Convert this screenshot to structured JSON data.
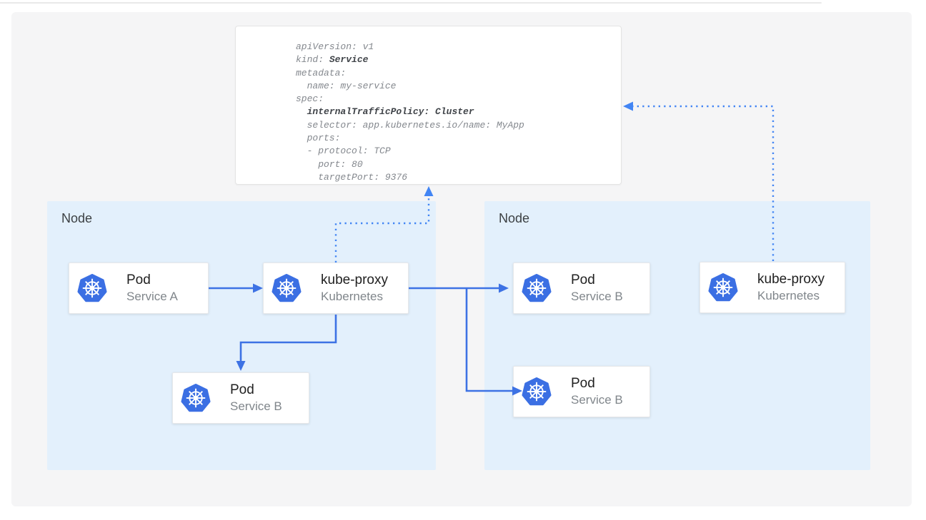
{
  "yaml_card": {
    "lines": [
      [
        {
          "t": "apiVersion: v1",
          "b": false
        }
      ],
      [
        {
          "t": "kind: ",
          "b": false
        },
        {
          "t": "Service",
          "b": true
        }
      ],
      [
        {
          "t": "metadata:",
          "b": false
        }
      ],
      [
        {
          "t": "  name: my-service",
          "b": false
        }
      ],
      [
        {
          "t": "spec:",
          "b": false
        }
      ],
      [
        {
          "t": "  ",
          "b": false
        },
        {
          "t": "internalTrafficPolicy: Cluster",
          "b": true
        }
      ],
      [
        {
          "t": "  selector: app.kubernetes.io/name: MyApp",
          "b": false
        }
      ],
      [
        {
          "t": "  ports:",
          "b": false
        }
      ],
      [
        {
          "t": "  - protocol: TCP",
          "b": false
        }
      ],
      [
        {
          "t": "    port: 80",
          "b": false
        }
      ],
      [
        {
          "t": "    targetPort: 9376",
          "b": false
        }
      ]
    ]
  },
  "nodes": {
    "left_label": "Node",
    "right_label": "Node"
  },
  "cards": {
    "pod_a": {
      "title": "Pod",
      "subtitle": "Service A"
    },
    "kube_proxy_left": {
      "title": "kube-proxy",
      "subtitle": "Kubernetes"
    },
    "pod_b_left": {
      "title": "Pod",
      "subtitle": "Service B"
    },
    "pod_b_right_top": {
      "title": "Pod",
      "subtitle": "Service B"
    },
    "pod_b_right_bottom": {
      "title": "Pod",
      "subtitle": "Service B"
    },
    "kube_proxy_right": {
      "title": "kube-proxy",
      "subtitle": "Kubernetes"
    }
  },
  "icons": {
    "card_icon": "kubernetes-helm-icon"
  },
  "colors": {
    "arrow_blue": "#3d72e4",
    "icon_blue": "#3b6fe3",
    "node_fill": "#e3f0fc",
    "panel_fill": "#f5f5f6",
    "code_text": "#84888e",
    "code_bold": "#404449",
    "title_color": "#212121",
    "subtitle_color": "#80868b",
    "node_label_color": "#3c4043"
  }
}
